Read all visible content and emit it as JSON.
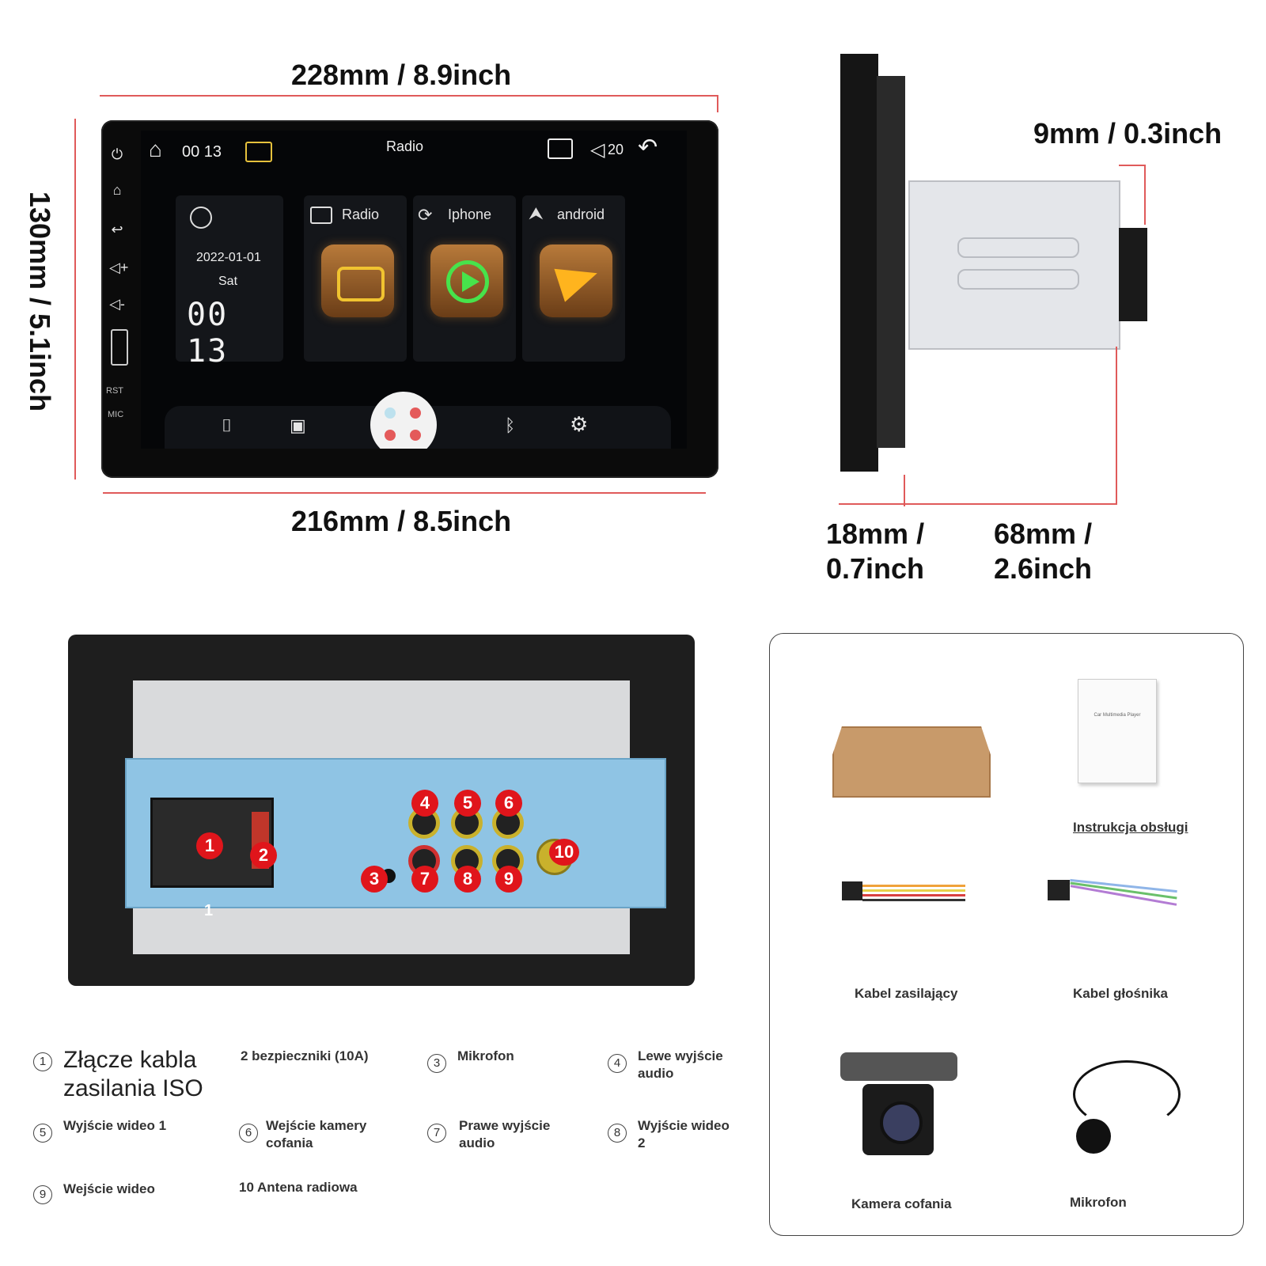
{
  "dimensions": {
    "width_top": "228mm / 8.9inch",
    "width_bottom": "216mm / 8.5inch",
    "height_left": "130mm / 5.1inch",
    "depth_small": "9mm / 0.3inch",
    "depth_front_l1": "18mm /",
    "depth_front_l2": "0.7inch",
    "depth_body_l1": "68mm /",
    "depth_body_l2": "2.6inch"
  },
  "screen": {
    "status_time": "00 13",
    "title": "Radio",
    "volume": "20",
    "date": "2022-01-01",
    "day": "Sat",
    "clock": "00 13",
    "apps": [
      {
        "label": "Radio",
        "icon": "radio-icon"
      },
      {
        "label": "Iphone",
        "icon": "carplay-icon"
      },
      {
        "label": "android",
        "icon": "navigation-icon"
      }
    ],
    "side_labels": [
      "RST",
      "MIC"
    ]
  },
  "connectors": {
    "badges": [
      "1",
      "2",
      "3",
      "4",
      "5",
      "6",
      "7",
      "8",
      "9",
      "10"
    ],
    "panel_mark": "1"
  },
  "legend": {
    "items": [
      {
        "num": "1",
        "text": "Złącze kabla zasilania ISO"
      },
      {
        "num": "",
        "text": "2 bezpieczniki (10A)"
      },
      {
        "num": "3",
        "text": "Mikrofon"
      },
      {
        "num": "4",
        "text": "Lewe wyjście audio"
      },
      {
        "num": "5",
        "text": "Wyjście wideo 1"
      },
      {
        "num": "6",
        "text": "Wejście kamery cofania"
      },
      {
        "num": "7",
        "text": "Prawe wyjście audio"
      },
      {
        "num": "8",
        "text": "Wyjście wideo 2"
      },
      {
        "num": "9",
        "text": "Wejście wideo"
      },
      {
        "num": "",
        "text": "10 Antena radiowa"
      }
    ]
  },
  "package": {
    "manual_cover": "Car Multimedia Player",
    "items": [
      {
        "label": "Instrukcja obsługi"
      },
      {
        "label": "Kabel zasilający"
      },
      {
        "label": "Kabel głośnika"
      },
      {
        "label": "Kamera cofania"
      },
      {
        "label": "Mikrofon"
      }
    ]
  },
  "colors": {
    "dimension_line": "#e05a5a",
    "badge": "#e0151b",
    "back_panel": "#8fc4e4",
    "app_icon": "#b87a3a"
  }
}
